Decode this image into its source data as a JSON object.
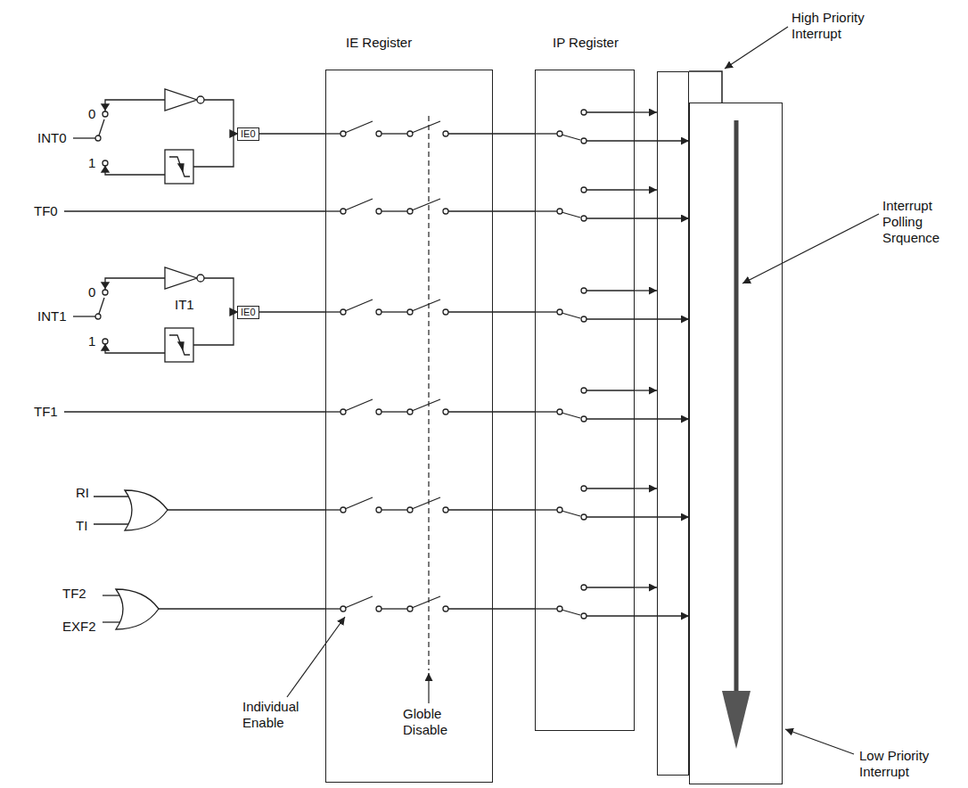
{
  "diagram": {
    "nodes": [
      {
        "text": [
          "IE Register"
        ]
      },
      {
        "text": [
          "IP Register"
        ]
      },
      {
        "text": [
          "High Priority Interrupt"
        ]
      },
      {
        "text": [
          "Low Priority Interrupt"
        ]
      },
      {
        "text": [
          "IE0"
        ]
      },
      {
        "text": [
          "IE0"
        ]
      }
    ],
    "edges": [
      {
        "from": 4,
        "to": 0,
        "arrow": "none"
      },
      {
        "from": 5,
        "to": 0,
        "arrow": "none"
      },
      {
        "from": 0,
        "to": 1,
        "arrow": "none"
      },
      {
        "from": 1,
        "to": 2,
        "arrow": "to"
      },
      {
        "from": 1,
        "to": 3,
        "arrow": "to"
      },
      {
        "from": 0,
        "to": 1,
        "arrow": "none"
      },
      {
        "from": 1,
        "to": 2,
        "arrow": "to"
      },
      {
        "from": 1,
        "to": 3,
        "arrow": "to"
      },
      {
        "from": 0,
        "to": 1,
        "arrow": "none"
      },
      {
        "from": 1,
        "to": 2,
        "arrow": "to"
      },
      {
        "from": 1,
        "to": 3,
        "arrow": "to"
      },
      {
        "from": 0,
        "to": 1,
        "arrow": "none"
      },
      {
        "from": 1,
        "to": 2,
        "arrow": "to"
      },
      {
        "from": 1,
        "to": 3,
        "arrow": "to"
      },
      {
        "from": 0,
        "to": 1,
        "arrow": "none"
      },
      {
        "from": 1,
        "to": 2,
        "arrow": "to"
      },
      {
        "from": 1,
        "to": 3,
        "arrow": "to"
      },
      {
        "from": 0,
        "to": 1,
        "arrow": "none"
      },
      {
        "from": 1,
        "to": 2,
        "arrow": "to"
      },
      {
        "from": 1,
        "to": 3,
        "arrow": "to"
      }
    ],
    "labels": [
      "INT0",
      "0",
      "1",
      "TF0",
      "INT1",
      "0",
      "1",
      "IT1",
      "TF1",
      "RI",
      "TI",
      "TF2",
      "EXF2",
      "Individual Enable",
      "Globle Disable",
      "Interrupt Polling Srquence"
    ]
  }
}
